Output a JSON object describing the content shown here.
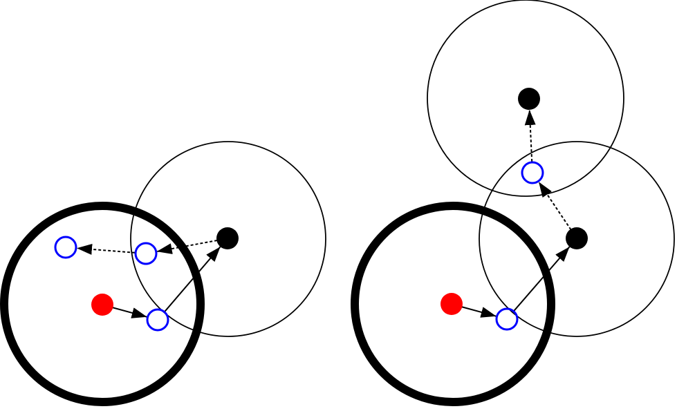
{
  "colors": {
    "background": "#ffffff",
    "outline": "#000000",
    "source_node": "#ff0000",
    "intermediate_node": "#0000ff",
    "target_node": "#000000"
  },
  "panels": [
    {
      "name": "left",
      "arrow_styles": [
        "solid",
        "solid",
        "dashed",
        "dashed"
      ]
    },
    {
      "name": "right",
      "arrow_styles": [
        "solid",
        "solid",
        "dashed",
        "dashed"
      ]
    }
  ]
}
